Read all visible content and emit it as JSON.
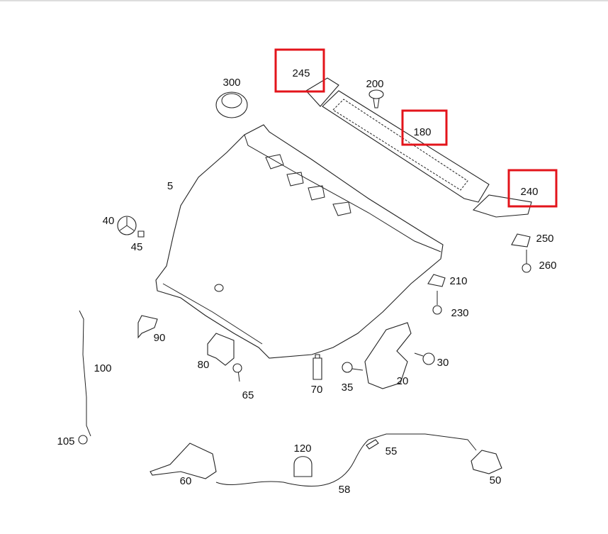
{
  "diagram": {
    "highlight_color": "#e3141b",
    "highlighted_parts": [
      "245",
      "180",
      "240"
    ],
    "labels": {
      "p245": "245",
      "p300": "300",
      "p200": "200",
      "p180": "180",
      "p240": "240",
      "p5": "5",
      "p40": "40",
      "p45": "45",
      "p250": "250",
      "p260": "260",
      "p210": "210",
      "p230": "230",
      "p90": "90",
      "p100": "100",
      "p80": "80",
      "p65": "65",
      "p70": "70",
      "p35": "35",
      "p20": "20",
      "p30": "30",
      "p105": "105",
      "p120": "120",
      "p55": "55",
      "p60": "60",
      "p58": "58",
      "p50": "50"
    }
  }
}
